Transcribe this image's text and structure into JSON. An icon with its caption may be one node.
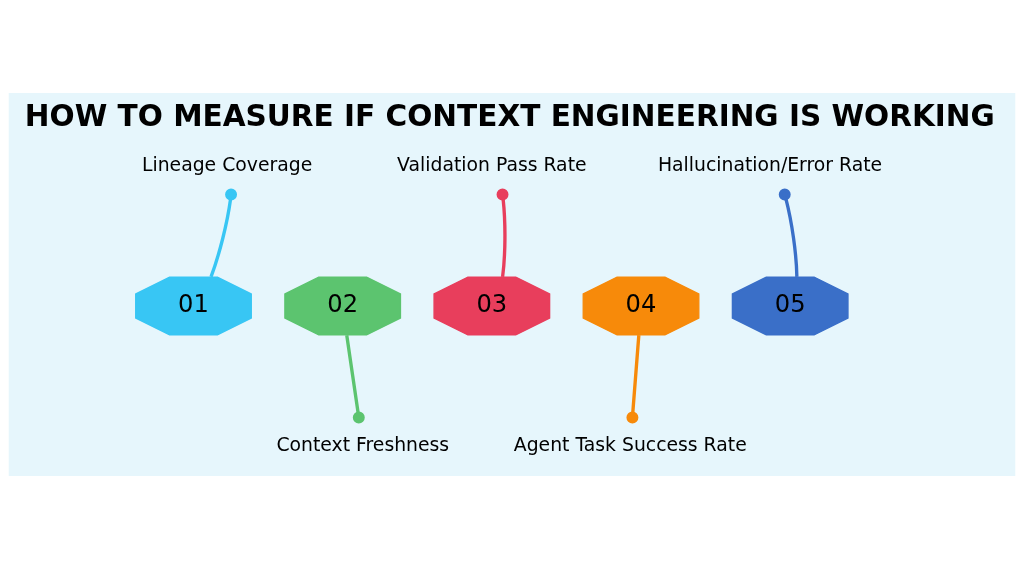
{
  "diagram": {
    "title": "HOW TO MEASURE IF CONTEXT ENGINEERING IS WORKING",
    "nodes": [
      {
        "text": [
          "Lineage Coverage"
        ]
      },
      {
        "text": [
          "Validation Pass Rate"
        ]
      },
      {
        "text": [
          "Hallucination/Error Rate"
        ]
      },
      {
        "text": [
          "01"
        ]
      },
      {
        "text": [
          "02"
        ]
      },
      {
        "text": [
          "03"
        ]
      },
      {
        "text": [
          "04"
        ]
      },
      {
        "text": [
          "05"
        ]
      },
      {
        "text": [
          "Context Freshness"
        ]
      },
      {
        "text": [
          "Agent Task Success Rate"
        ]
      }
    ],
    "edges": [
      {
        "from": 3,
        "to": 0,
        "arrow": "other",
        "color": "#38c6f4"
      },
      {
        "from": 4,
        "to": 8,
        "arrow": "other",
        "color": "#5cc46f"
      },
      {
        "from": 5,
        "to": 1,
        "arrow": "other",
        "color": "#e83e5c"
      },
      {
        "from": 6,
        "to": 9,
        "arrow": "other",
        "color": "#f78a0a"
      },
      {
        "from": 7,
        "to": 2,
        "arrow": "other",
        "color": "#3a6fc8"
      }
    ]
  }
}
